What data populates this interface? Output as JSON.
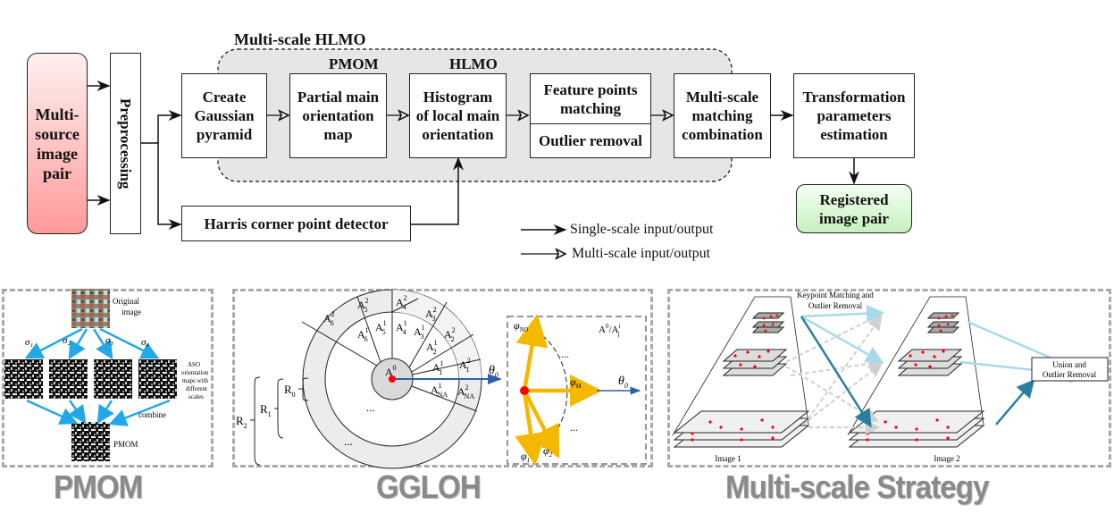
{
  "flowchart": {
    "group_title": "Multi-scale HLMO",
    "source": "Multi-\nsource\nimage\npair",
    "preprocessing": "Preprocessing",
    "gaussian": "Create\nGaussian\npyramid",
    "pmom_label": "PMOM",
    "pmom_box": "Partial main\norientation\nmap",
    "hlmo_label": "HLMO",
    "hlmo_box": "Histogram\nof local main\norientation",
    "feature_matching": "Feature points\nmatching",
    "outlier_removal": "Outlier removal",
    "multiscale_combination": "Multi-scale\nmatching\ncombination",
    "transformation": "Transformation\nparameters\nestimation",
    "registered": "Registered\nimage pair",
    "harris": "Harris corner point detector",
    "colors": {
      "source_top": "#fff0f0",
      "source_bottom": "#ff9a9a",
      "registered_top": "#f4fff2",
      "registered_bottom": "#c7f0bf",
      "group_fill": "#e6e6e6"
    }
  },
  "legend": {
    "single": "Single-scale input/output",
    "multi": "Multi-scale input/output"
  },
  "pmom_panel": {
    "original": "Original\nimage",
    "sigmas": [
      "σ1",
      "σ2",
      "σ3",
      "σ4"
    ],
    "aso": "ASO\norientation\nmaps with\ndifferent\nscales",
    "combine": "combine",
    "pmom": "PMOM",
    "arrow_color": "#22a7e8"
  },
  "ggloh_panel": {
    "outer_ring": [
      "A₆²",
      "A₅²",
      "A₄²",
      "A₃²",
      "A₂²",
      "A₁²",
      "A_NA²"
    ],
    "inner_ring": [
      "A₆¹",
      "A₅¹",
      "A₄¹",
      "A₃¹",
      "A₂¹",
      "A₁¹",
      "A_NA¹"
    ],
    "center": "A⁰",
    "radii": [
      "R₀",
      "R₁",
      "R₂"
    ],
    "ellipsis": "...",
    "theta": "θ₀",
    "inset_label": "A⁰/Aⱼⁱ",
    "phis": [
      "φNO",
      "φM",
      "φ1",
      "φ2"
    ],
    "vector_color": "#f5b800",
    "axis_color": "#2f5fa8"
  },
  "multiscale_panel": {
    "matching_label": "Keypoint Matching and\nOutlier Removal",
    "union_label": "Union and\nOutlier Removal",
    "image1": "Image 1",
    "image2": "Image 2",
    "light_arrow": "#a8d8ea",
    "dark_arrow": "#2a7f9e"
  },
  "captions": {
    "pmom": "PMOM",
    "ggloh": "GGLOH",
    "strategy": "Multi-scale Strategy"
  }
}
